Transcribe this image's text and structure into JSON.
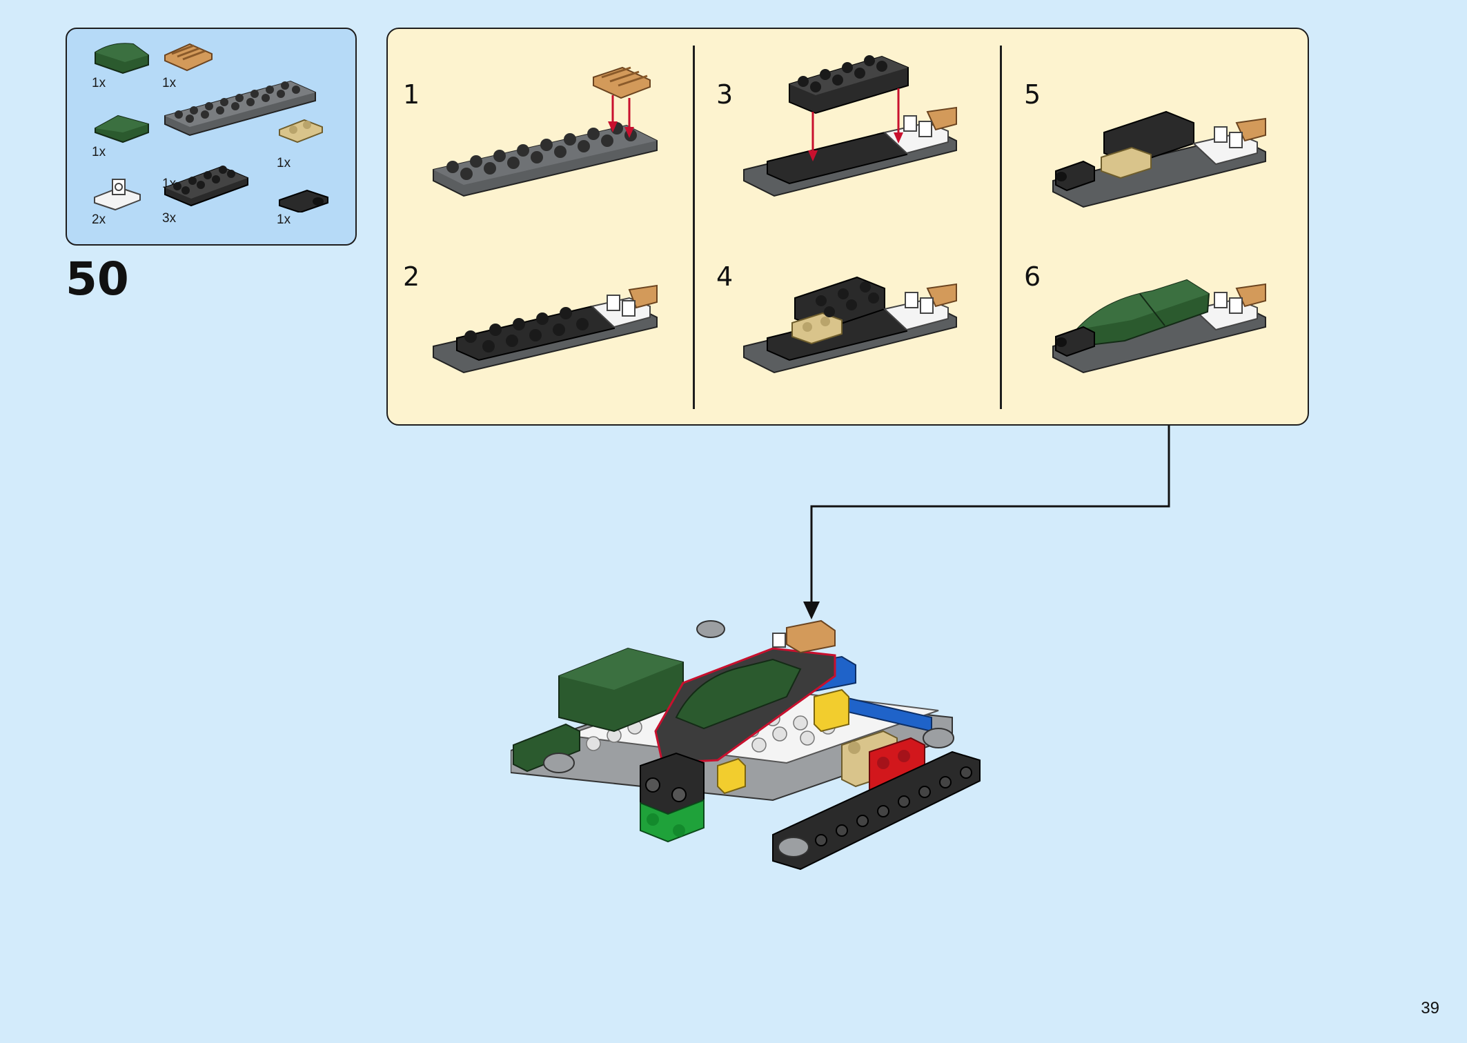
{
  "step": {
    "number": "50"
  },
  "parts": [
    {
      "qty": "1x",
      "name": "dark-green-curved-slope-icon"
    },
    {
      "qty": "1x",
      "name": "tan-ridged-tile-icon"
    },
    {
      "qty": "1x",
      "name": "dark-green-curved-slope-icon"
    },
    {
      "qty": "1x",
      "name": "dark-gray-2x8-plate-icon"
    },
    {
      "qty": "1x",
      "name": "tan-1x2-plate-icon"
    },
    {
      "qty": "2x",
      "name": "white-clip-plate-icon"
    },
    {
      "qty": "3x",
      "name": "black-2x4-plate-icon"
    },
    {
      "qty": "1x",
      "name": "black-handle-plate-icon"
    }
  ],
  "substeps": [
    {
      "label": "1"
    },
    {
      "label": "2"
    },
    {
      "label": "3"
    },
    {
      "label": "4"
    },
    {
      "label": "5"
    },
    {
      "label": "6"
    }
  ],
  "page": {
    "number": "39"
  },
  "colors": {
    "background": "#d3ebfb",
    "parts_panel": "#b6daf7",
    "substeps_panel": "#fdf3cf",
    "arrow_red": "#c8102e",
    "dark_gray": "#5b5e60",
    "black_brick": "#2a2a2a",
    "dark_green": "#2b5a2e",
    "tan": "#d9c48b",
    "white_brick": "#f4f4f4",
    "blue_brick": "#1f63c9",
    "yellow_brick": "#f2cd2e",
    "red_brick": "#d2171c",
    "green_brick": "#1fa23a"
  }
}
